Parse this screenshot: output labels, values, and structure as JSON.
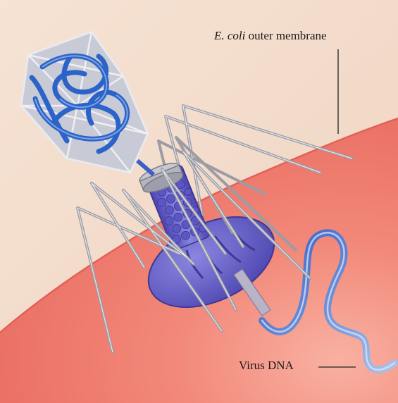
{
  "labels": {
    "membrane_species": "E. coli",
    "membrane_rest": "outer membrane",
    "virus_dna": "Virus DNA"
  },
  "colors": {
    "background": "#f3dccb",
    "membrane": "#f17d72",
    "membrane_edge": "#e0584f",
    "dna": "#3b66c7",
    "capsid_face": "#c9ccd6",
    "tail": "#6a63c9",
    "baseplate": "#6b66cf",
    "fiber": "#a8a8ae"
  }
}
